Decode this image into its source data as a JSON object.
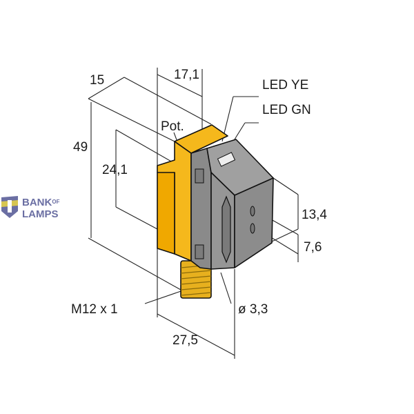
{
  "dimensions": {
    "width_15": "15",
    "width_17_1": "17,1",
    "height_49": "49",
    "height_24_1": "24,1",
    "height_13_4": "13,4",
    "height_7_6": "7,6",
    "thread": "M12 x 1",
    "diameter": "ø 3,3",
    "depth_27_5": "27,5"
  },
  "labels": {
    "led_ye": "LED YE",
    "led_gn": "LED GN",
    "pot": "Pot."
  },
  "logo": {
    "line1": "BANK",
    "of": "OF",
    "line2": "LAMPS"
  },
  "colors": {
    "housing_yellow": "#f5b81c",
    "body_gray": "#8f8f8f",
    "logo": "#6b6fa3",
    "logo_accent": "#f2dc3c"
  }
}
